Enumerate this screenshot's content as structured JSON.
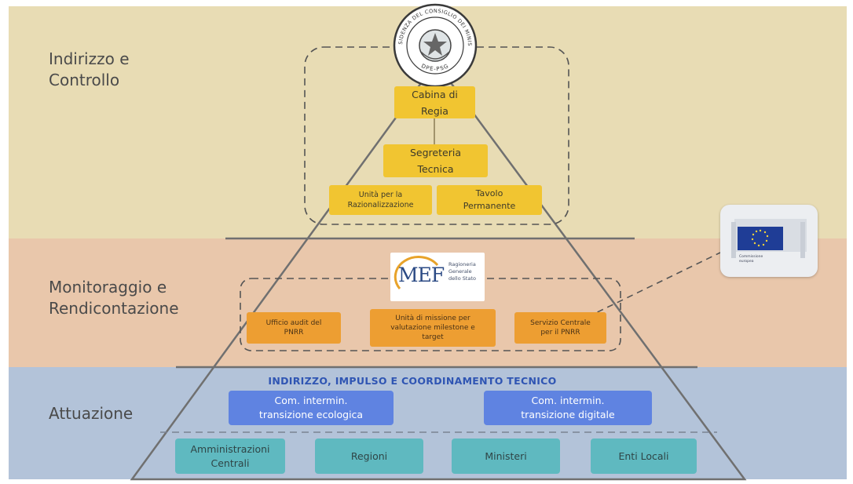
{
  "bands": {
    "indirizzo": "Indirizzo e\nControllo",
    "monitoraggio": "Monitoraggio e\nRendicontazione",
    "attuazione": "Attuazione"
  },
  "seal_text": {
    "top": "PRESIDENZA DEL CONSIGLIO DEI MINISTRI",
    "bottom": "DPE-PSG"
  },
  "indirizzo_boxes": {
    "cabina": "Cabina di\nRegia",
    "segreteria": "Segreteria\nTecnica",
    "unita_razionalizzazione": "Unità per la\nRazionalizzazione",
    "tavolo": "Tavolo\nPermanente"
  },
  "mef_logo": {
    "word": "MEF",
    "subtitle": "Ragioneria\nGenerale\ndello Stato"
  },
  "monitoraggio_boxes": {
    "audit": "Ufficio audit del\nPNRR",
    "missione": "Unità di missione per\nvalutazione milestone e\ntarget",
    "servizio": "Servizio Centrale\nper il PNRR"
  },
  "ec_card": {
    "caption": "Commissione\neuropea"
  },
  "attuazione": {
    "title": "INDIRIZZO, IMPULSO E COORDINAMENTO TECNICO",
    "com_ecologica": "Com. intermin.\ntransizione ecologica",
    "com_digitale": "Com. intermin.\ntransizione digitale",
    "amministrazioni": "Amministrazioni\nCentrali",
    "regioni": "Regioni",
    "ministeri": "Ministeri",
    "enti": "Enti Locali"
  },
  "colors": {
    "band_top": "#e8dcb4",
    "band_middle": "#e9c7ab",
    "band_bottom": "#b3c3d9",
    "yellow_box": "#f1c531",
    "orange_box": "#ed9e32",
    "blue_box": "#5f83e1",
    "teal_box": "#5fb9c0",
    "title_blue": "#2f55b3"
  }
}
